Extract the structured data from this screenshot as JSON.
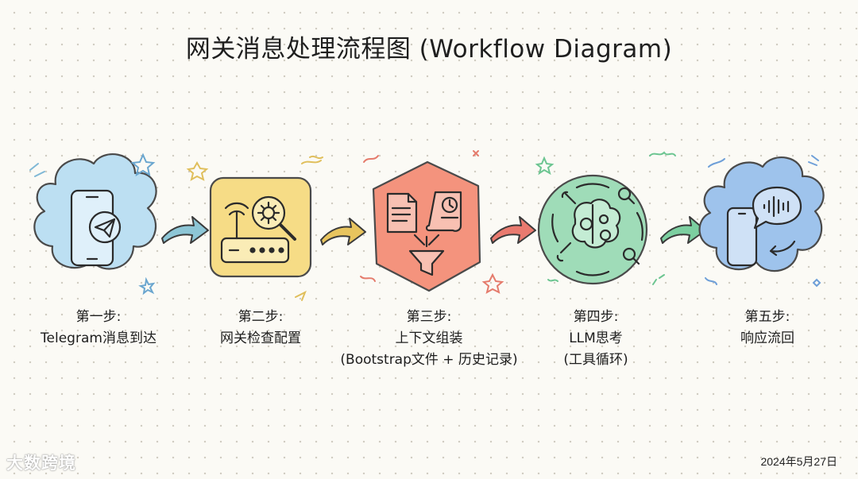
{
  "title": "网关消息处理流程图 (Workflow Diagram)",
  "steps": [
    {
      "step": "第一步:",
      "line1": "Telegram消息到达",
      "line2": "",
      "color": "#bcdff2",
      "icon": "phone-telegram-icon"
    },
    {
      "step": "第二步:",
      "line1": "网关检查配置",
      "line2": "",
      "color": "#f6dc86",
      "icon": "router-gear-magnifier-icon"
    },
    {
      "step": "第三步:",
      "line1": "上下文组装",
      "line2": "(Bootstrap文件 + 历史记录)",
      "color": "#f4937d",
      "icon": "documents-funnel-icon"
    },
    {
      "step": "第四步:",
      "line1": "LLM思考",
      "line2": "(工具循环)",
      "color": "#9fdcb8",
      "icon": "brain-gears-tools-icon"
    },
    {
      "step": "第五步:",
      "line1": "响应流回",
      "line2": "",
      "color": "#9ec3ec",
      "icon": "phone-voice-reply-icon"
    }
  ],
  "arrow_colors": [
    "#8dc6d6",
    "#e8c45e",
    "#e97a6f",
    "#7ccfa0"
  ],
  "watermark": "大数跨境",
  "date": "2024年5月27日"
}
